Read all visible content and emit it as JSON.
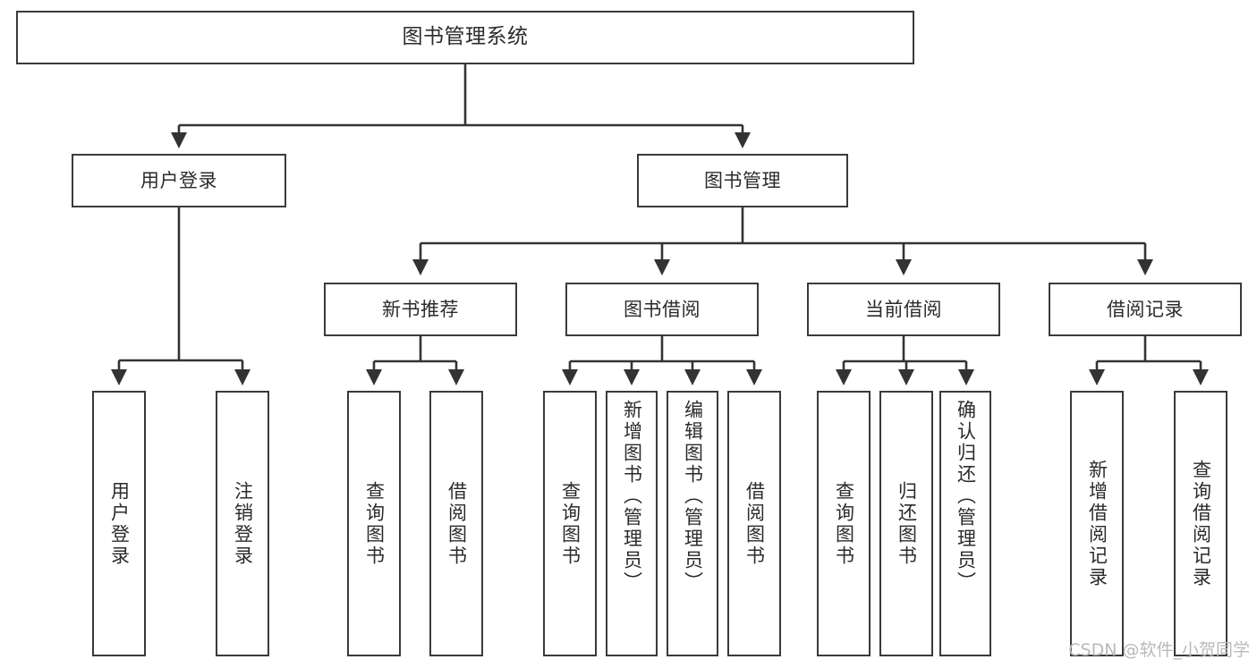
{
  "diagram": {
    "type": "tree",
    "title": "图书管理系统",
    "watermark": "CSDN @软件_小贺同学",
    "colors": {
      "box_border": "#3a3a3a",
      "box_fill": "#ffffff",
      "edge": "#333333",
      "text": "#2b2b2b",
      "watermark": "#b9b9b9"
    },
    "root": {
      "label": "图书管理系统"
    },
    "level2": [
      {
        "label": "用户登录"
      },
      {
        "label": "图书管理"
      }
    ],
    "level3": [
      {
        "label": "新书推荐"
      },
      {
        "label": "图书借阅"
      },
      {
        "label": "当前借阅"
      },
      {
        "label": "借阅记录"
      }
    ],
    "leaves": {
      "user_login": [
        {
          "label": "用户登录"
        },
        {
          "label": "注销登录"
        }
      ],
      "new_book_recommend": [
        {
          "label": "查询图书"
        },
        {
          "label": "借阅图书"
        }
      ],
      "book_borrow": [
        {
          "label": "查询图书"
        },
        {
          "label": "新增图书（管理员）"
        },
        {
          "label": "编辑图书（管理员）"
        },
        {
          "label": "借阅图书"
        }
      ],
      "current_borrow": [
        {
          "label": "查询图书"
        },
        {
          "label": "归还图书"
        },
        {
          "label": "确认归还（管理员）"
        }
      ],
      "borrow_record": [
        {
          "label": "新增借阅记录"
        },
        {
          "label": "查询借阅记录"
        }
      ]
    }
  }
}
